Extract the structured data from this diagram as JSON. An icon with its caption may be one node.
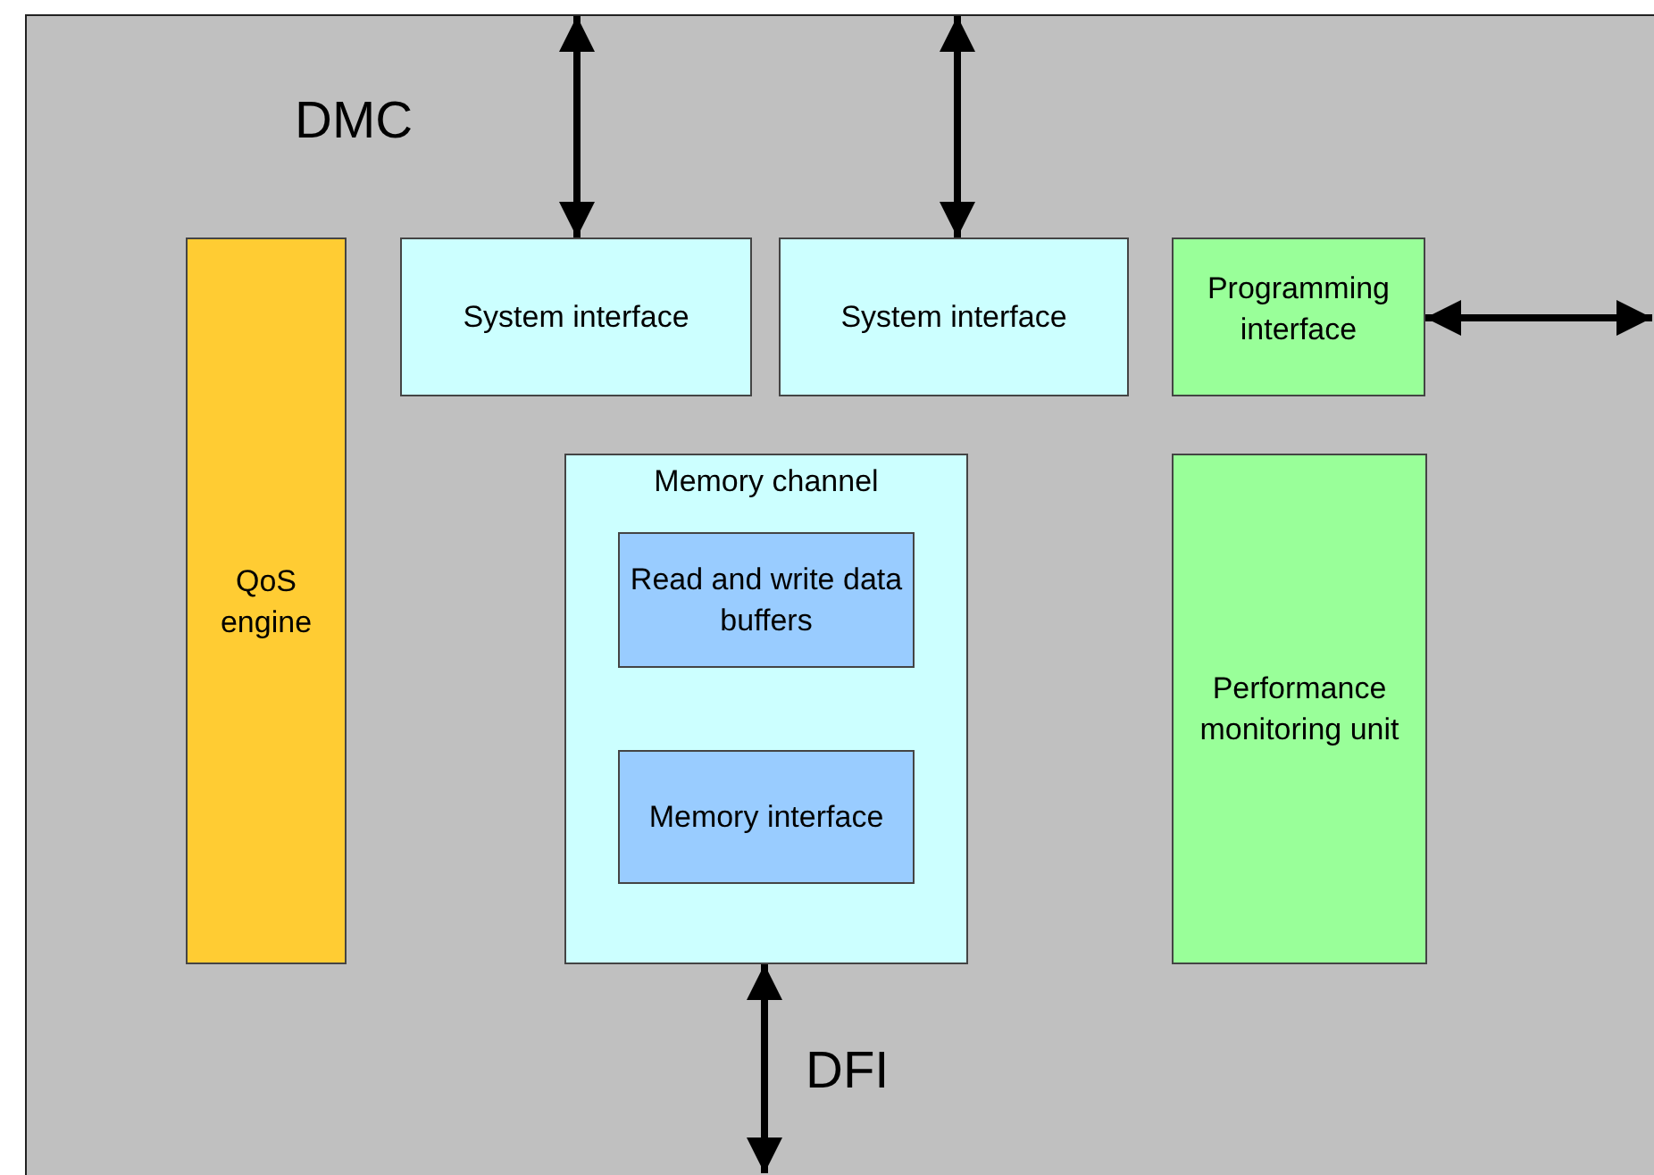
{
  "diagram": {
    "nodes": [
      {
        "text": [
          "DMC"
        ]
      },
      {
        "text": [
          "QoS engine"
        ],
        "in": 0
      },
      {
        "text": [
          "System interface"
        ],
        "in": 0
      },
      {
        "text": [
          "System interface"
        ],
        "in": 0
      },
      {
        "text": [
          "Programming interface"
        ],
        "in": 0
      },
      {
        "text": [
          "Memory channel"
        ],
        "in": 0
      },
      {
        "text": [
          "Read and write data buffers"
        ],
        "in": 5
      },
      {
        "text": [
          "Memory interface"
        ],
        "in": 5
      },
      {
        "text": [
          "Performance monitoring unit"
        ],
        "in": 0
      }
    ],
    "edges": [
      {
        "from": null,
        "to": 2,
        "arrow": "both"
      },
      {
        "from": null,
        "to": 3,
        "arrow": "both"
      },
      {
        "from": 4,
        "to": null,
        "arrow": "both"
      },
      {
        "from": 5,
        "to": null,
        "arrow": "both",
        "label": "DFI"
      }
    ]
  }
}
